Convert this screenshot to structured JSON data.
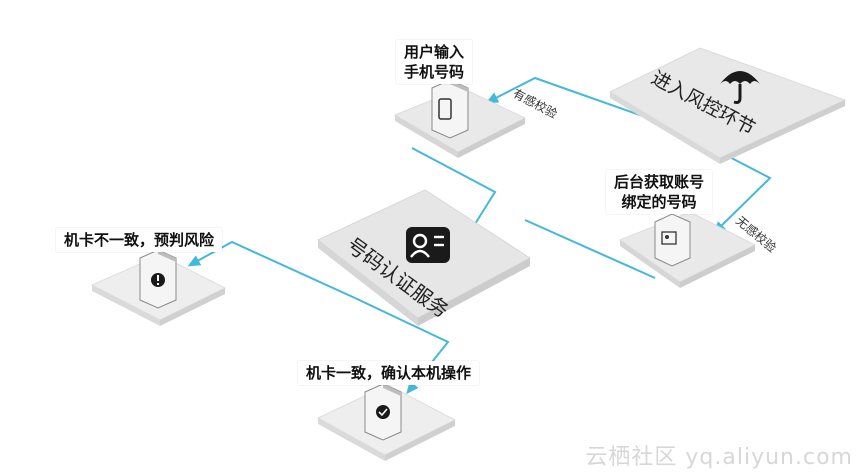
{
  "nodes": {
    "user_input": {
      "line1": "用户输入",
      "line2": "手机号码"
    },
    "risk_link": {
      "label": "进入风控环节",
      "icon": "umbrella-icon"
    },
    "backend_fetch": {
      "line1": "后台获取账号",
      "line2": "绑定的号码"
    },
    "number_auth": {
      "label": "号码认证服务",
      "icon": "id-card-icon"
    },
    "mismatch": {
      "label": "机卡不一致，预判风险",
      "icon": "alert-device-icon"
    },
    "match": {
      "label": "机卡一致，确认本机操作",
      "icon": "check-device-icon"
    }
  },
  "edges": {
    "sensed": "有感校验",
    "seamless": "无感校验"
  },
  "colors": {
    "connector": "#44b8d8",
    "platform": "#e6e6e6",
    "platform_dark": "#d4d4d4",
    "device": "#f4f4f4"
  },
  "watermark": "云栖社区 yq.aliyun.com"
}
